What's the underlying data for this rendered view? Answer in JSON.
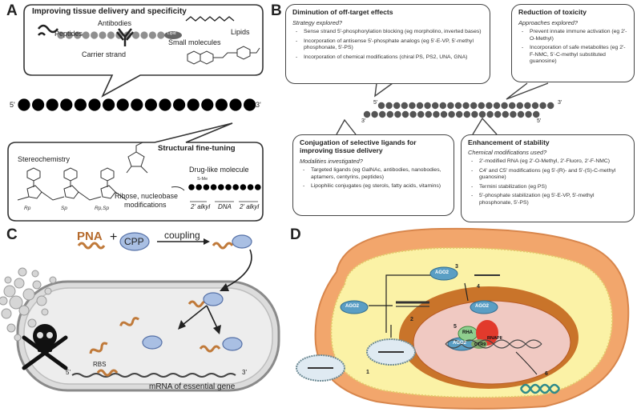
{
  "panels": {
    "a": "A",
    "b": "B",
    "c": "C",
    "d": "D"
  },
  "panel_a": {
    "top_title": "Improving tissue delivery and specificity",
    "peptides": "Peptides",
    "antibodies": "Antibodies",
    "lipids": "Lipids",
    "small_molecules": "Small molecules",
    "carrier_strand": "Carrier strand",
    "lipid_tag": "Lipid",
    "strand_5": "5'",
    "strand_3": "3'",
    "bottom_title": "Structural fine-tuning",
    "stereochemistry": "Stereochemistry",
    "ribose": "Ribose, nucleobase",
    "modifications": "modifications",
    "drug_like": "Drug-like molecule",
    "seg_2alkyl_1": "2' alkyl",
    "seg_dna": "DNA",
    "seg_2alkyl_2": "2' alkyl",
    "stereo_rp": "Rp",
    "stereo_sp": "Sp",
    "stereo_rpsp": "Rp,Sp",
    "smol_tag": "S-Me"
  },
  "panel_b": {
    "box1": {
      "title": "Diminution of off-target effects",
      "sub": "Strategy explored?",
      "items": [
        "Sense strand 5'-phosphorylation blocking (eg morpholino, inverted bases)",
        "Incorporation of antisense 5'-phosphate analogs (eg 5'-E-VP, 5'-methyl phosphonate, 5'-PS)",
        "Incorporation of chemical modifications (chiral PS, PS2, UNA, GNA)"
      ]
    },
    "box2": {
      "title": "Reduction of toxicity",
      "sub": "Approaches explored?",
      "items": [
        "Prevent innate immune activation (eg 2'-O-Methyl)",
        "Incorporation of safe metabolites (eg 2'-F-NMC, 5'-C-methyl substituted guanosine)"
      ]
    },
    "box3": {
      "title": "Conjugation of selective ligands for improving tissue delivery",
      "sub": "Modalities investigated?",
      "items": [
        "Targeted ligands (eg GalNAc, antibodies, nanobodies, aptamers, centyrins, peptides)",
        "Lipophilic conjugates (eg sterols, fatty acids, vitamins)"
      ]
    },
    "box4": {
      "title": "Enhancement of stability",
      "sub": "Chemical modifications used?",
      "items": [
        "2'-modified RNA (eg 2'-O-Methyl, 2'-Fluoro, 2'-F-NMC)",
        "C4' and C5' modifications (eg 5'-(R)- and 5'-(S)-C-methyl guanosine)",
        "Termini stabilization (eg PS)",
        "5'-phosphate stabilization (eg 5'-E-VP, 5'-methyl phosphonate, 5'-PS)"
      ]
    },
    "top5": "5'",
    "top3": "3'",
    "bot3": "3'",
    "bot5": "5'"
  },
  "panel_c": {
    "pna": "PNA",
    "plus": "+",
    "cpp": "CPP",
    "coupling": "coupling",
    "rbs": "RBS",
    "mrna_5": "5'",
    "mrna_3": "3'",
    "mrna_label": "mRNA of essential gene"
  },
  "panel_d": {
    "ago2_1": "AGO2",
    "ago2_2": "AGO2",
    "ago2_3": "AGO2",
    "ago2_4": "AGO2",
    "rha": "RHA",
    "rnapii": "RNAPII",
    "ctr9": "CTR9",
    "n1": "1",
    "n2": "2",
    "n3": "3",
    "n4": "4",
    "n5": "5",
    "n6": "6"
  }
}
